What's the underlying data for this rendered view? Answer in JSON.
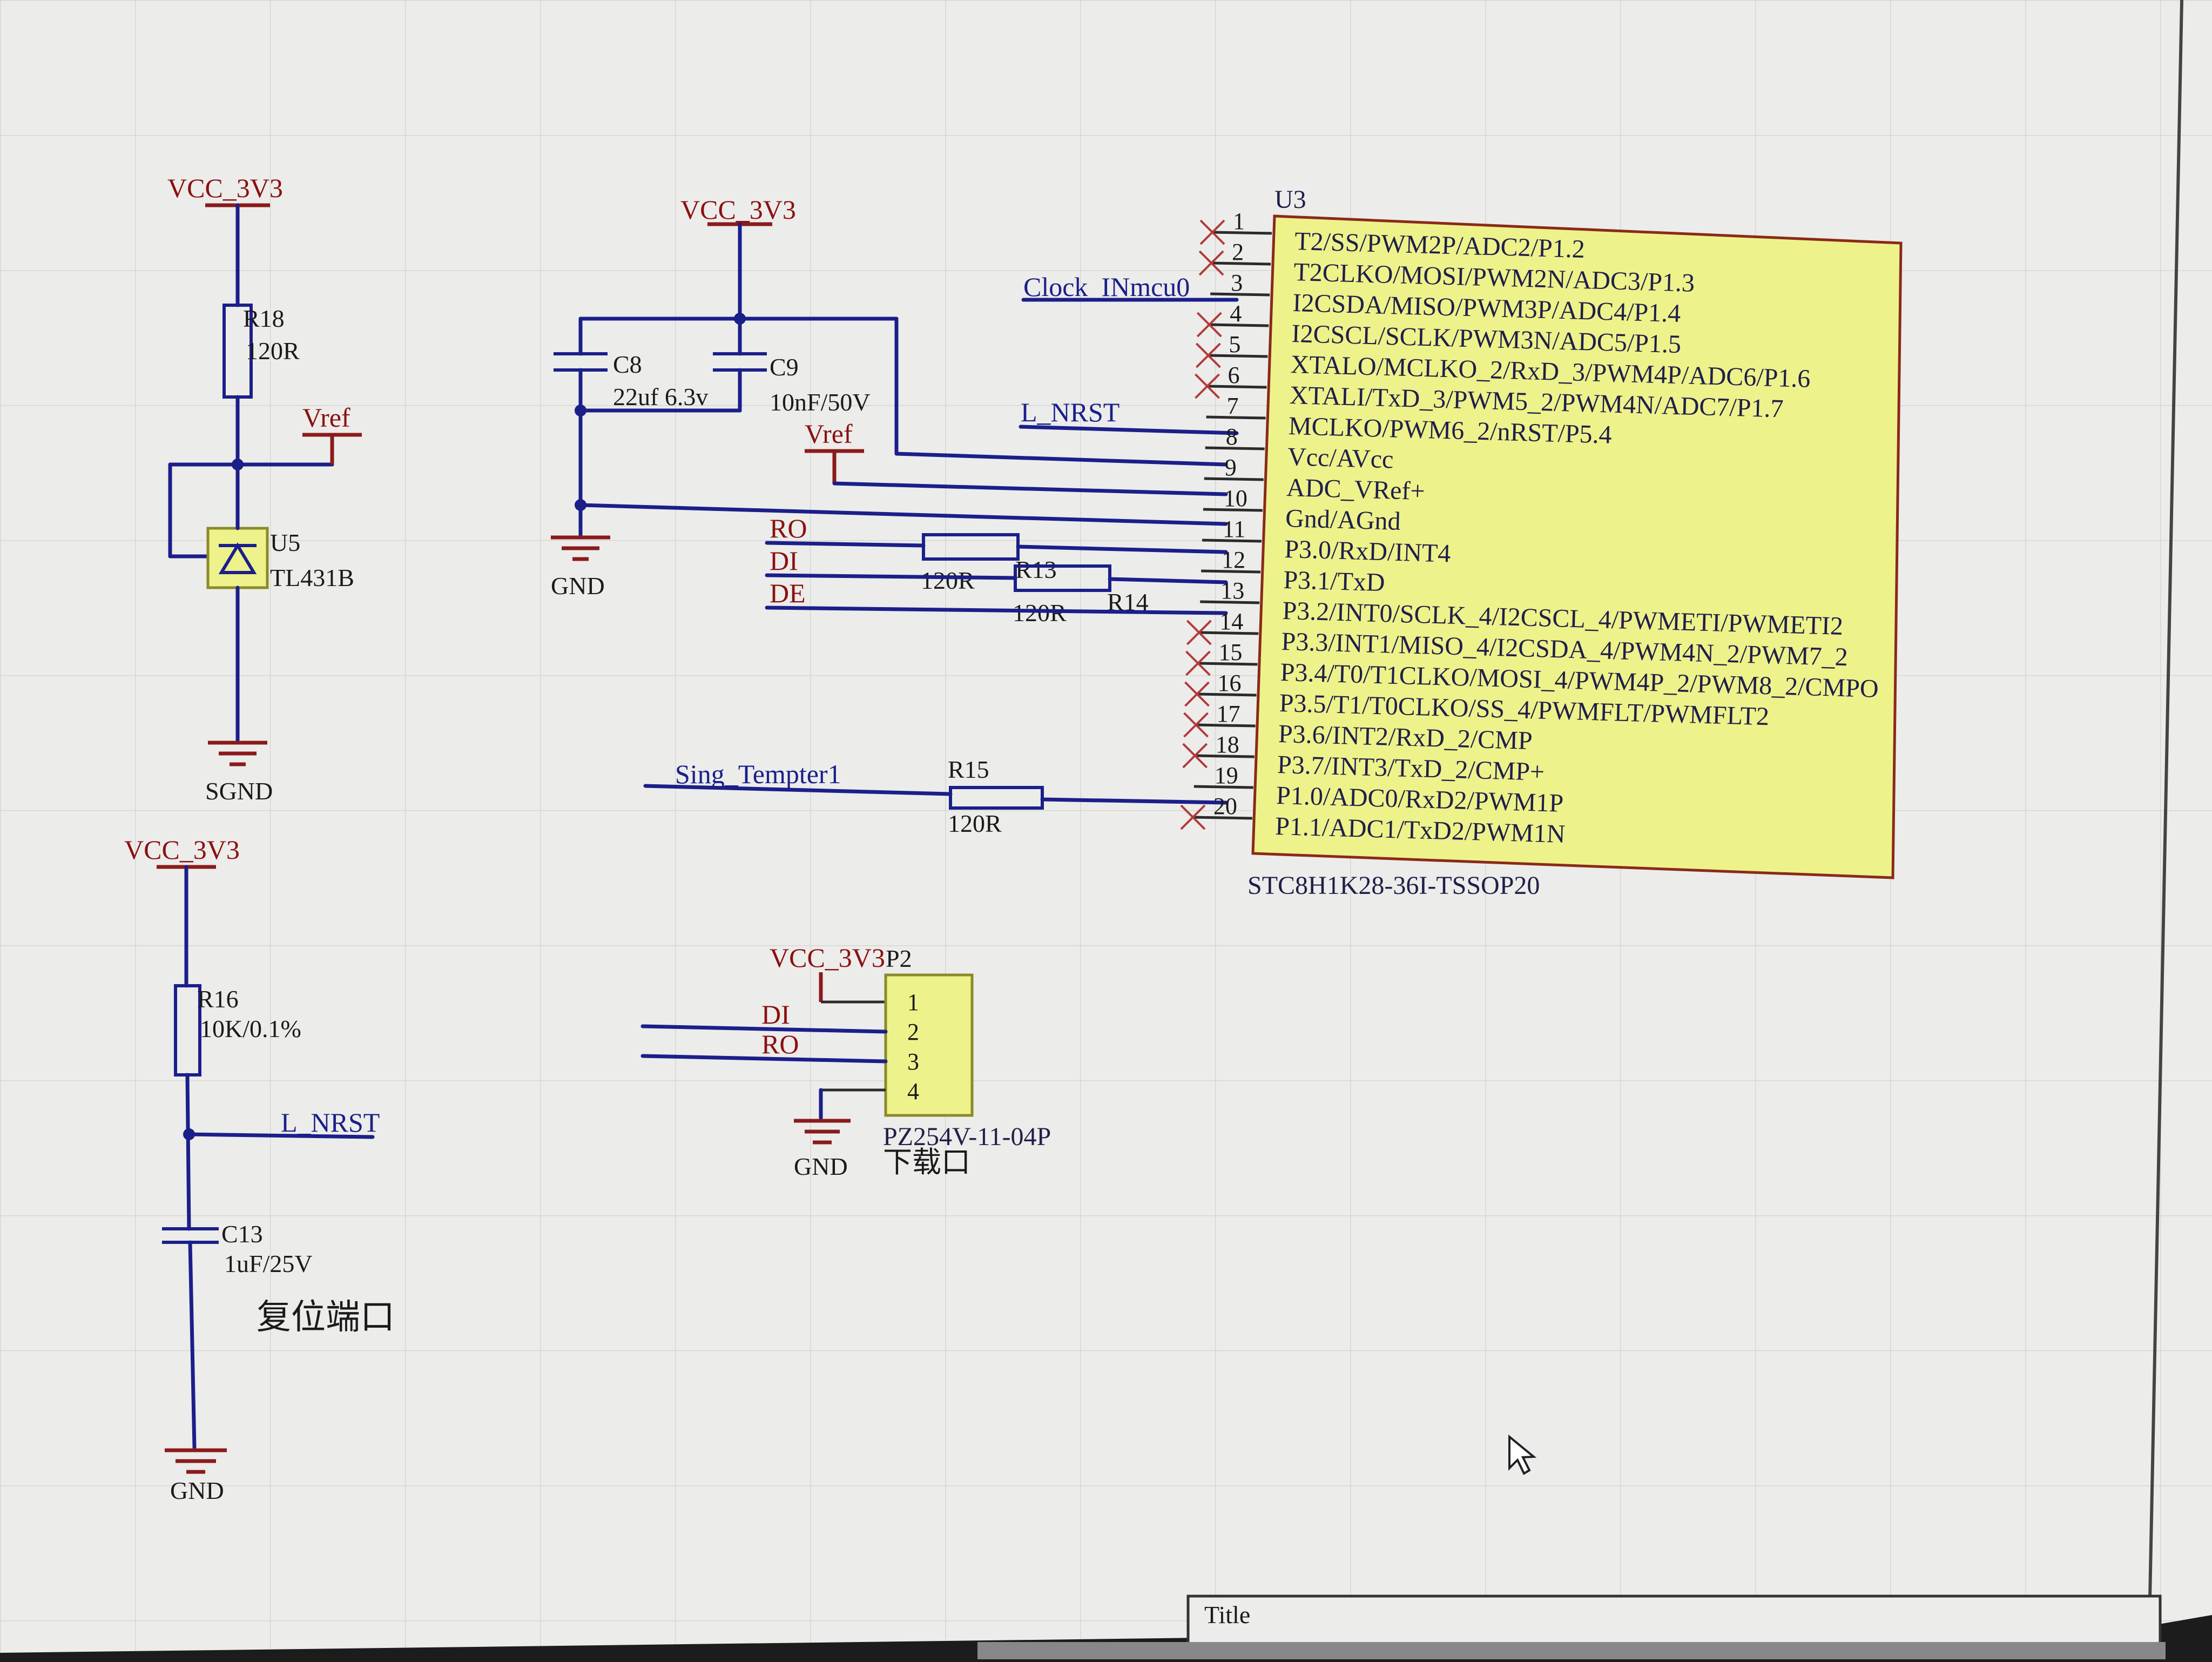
{
  "power": {
    "vcc": "VCC_3V3",
    "gnd": "GND",
    "sgnd": "SGND",
    "vref": "Vref"
  },
  "components": {
    "r18": {
      "ref": "R18",
      "value": "120R"
    },
    "u5": {
      "ref": "U5",
      "value": "TL431B"
    },
    "c8": {
      "ref": "C8",
      "value": "22uf 6.3v"
    },
    "c9": {
      "ref": "C9",
      "value": "10nF/50V"
    },
    "r13": {
      "ref": "R13",
      "value": "120R"
    },
    "r14": {
      "ref": "R14",
      "value": "120R"
    },
    "r15": {
      "ref": "R15",
      "value": "120R"
    },
    "r16": {
      "ref": "R16",
      "value": "10K/0.1%"
    },
    "c13": {
      "ref": "C13",
      "value": "1uF/25V"
    },
    "p2": {
      "ref": "P2",
      "value": "PZ254V-11-04P",
      "note": "下载口",
      "pins": [
        "1",
        "2",
        "3",
        "4"
      ]
    }
  },
  "nets": {
    "clock": "Clock_INmcu0",
    "nrst": "L_NRST",
    "ro": "RO",
    "di": "DI",
    "de": "DE",
    "sing": "Sing_Tempter1"
  },
  "reset_note": "复位端口",
  "u3": {
    "ref": "U3",
    "part": "STC8H1K28-36I-TSSOP20",
    "pins": [
      {
        "num": "1",
        "name": "T2/SS/PWM2P/ADC2/P1.2"
      },
      {
        "num": "2",
        "name": "T2CLKO/MOSI/PWM2N/ADC3/P1.3"
      },
      {
        "num": "3",
        "name": "I2CSDA/MISO/PWM3P/ADC4/P1.4"
      },
      {
        "num": "4",
        "name": "I2CSCL/SCLK/PWM3N/ADC5/P1.5"
      },
      {
        "num": "5",
        "name": "XTALO/MCLKO_2/RxD_3/PWM4P/ADC6/P1.6"
      },
      {
        "num": "6",
        "name": "XTALI/TxD_3/PWM5_2/PWM4N/ADC7/P1.7"
      },
      {
        "num": "7",
        "name": "MCLKO/PWM6_2/nRST/P5.4"
      },
      {
        "num": "8",
        "name": "Vcc/AVcc"
      },
      {
        "num": "9",
        "name": "ADC_VRef+"
      },
      {
        "num": "10",
        "name": "Gnd/AGnd"
      },
      {
        "num": "11",
        "name": "P3.0/RxD/INT4"
      },
      {
        "num": "12",
        "name": "P3.1/TxD"
      },
      {
        "num": "13",
        "name": "P3.2/INT0/SCLK_4/I2CSCL_4/PWMETI/PWMETI2"
      },
      {
        "num": "14",
        "name": "P3.3/INT1/MISO_4/I2CSDA_4/PWM4N_2/PWM7_2"
      },
      {
        "num": "15",
        "name": "P3.4/T0/T1CLKO/MOSI_4/PWM4P_2/PWM8_2/CMPO"
      },
      {
        "num": "16",
        "name": "P3.5/T1/T0CLKO/SS_4/PWMFLT/PWMFLT2"
      },
      {
        "num": "17",
        "name": "P3.6/INT2/RxD_2/CMP"
      },
      {
        "num": "18",
        "name": "P3.7/INT3/TxD_2/CMP+"
      },
      {
        "num": "19",
        "name": "P1.0/ADC0/RxD2/PWM1P"
      },
      {
        "num": "20",
        "name": "P1.1/ADC1/TxD2/PWM1N"
      }
    ]
  },
  "title_block": {
    "label": "Title"
  },
  "colors": {
    "wire": "#1b1f8a",
    "power": "#8a1b1b",
    "chip_fill": "#eef28a",
    "background": "#ececea"
  }
}
